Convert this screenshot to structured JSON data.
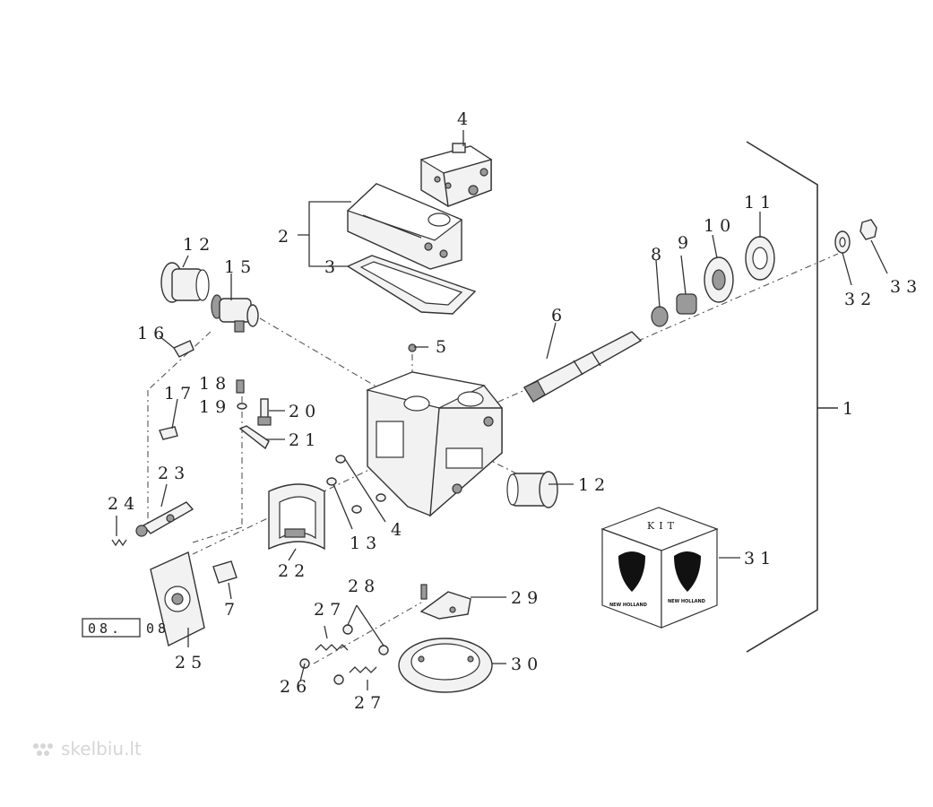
{
  "callouts": {
    "c1": "1",
    "c2": "2",
    "c3": "3",
    "c4": "4",
    "c4b": "4",
    "c5": "5",
    "c6": "6",
    "c7": "7",
    "c8": "8",
    "c9": "9",
    "c10": "10",
    "c11": "11",
    "c12a": "12",
    "c12b": "12",
    "c13": "13",
    "c15": "15",
    "c16": "16",
    "c17": "17",
    "c18": "18",
    "c19": "19",
    "c20": "20",
    "c21": "21",
    "c22": "22",
    "c23": "23",
    "c24": "24",
    "c25": "25",
    "c26": "26",
    "c27a": "27",
    "c27b": "27",
    "c28": "28",
    "c29": "29",
    "c30": "30",
    "c31": "31",
    "c32": "32",
    "c33": "33"
  },
  "kit_label": "KIT",
  "brand": "NEW HOLLAND",
  "reference": "08.",
  "reference_suffix": "08",
  "watermark": "skelbiu.lt",
  "icons": {
    "kit": "kit-box-icon",
    "logo": "new-holland-leaf-logo"
  }
}
